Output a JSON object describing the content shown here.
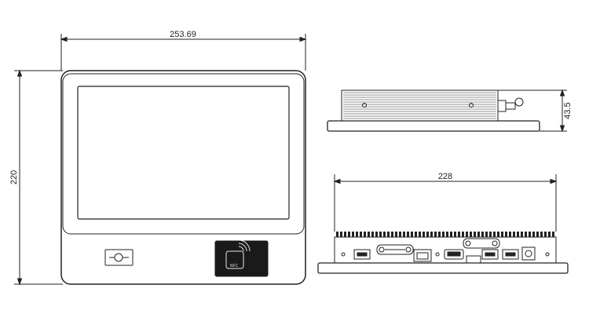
{
  "dimensions": {
    "overall_width": "253.69",
    "overall_height": "220",
    "side_depth": "43.5",
    "rear_width": "228"
  },
  "front_panel": {
    "nfc_reader_label": "NFC",
    "nfc_icon": "nfc-wave-icon",
    "card_slot_icon": "card-reader-icon"
  },
  "colors": {
    "line": "#222222",
    "nfc_module": "#1a1a1a"
  }
}
